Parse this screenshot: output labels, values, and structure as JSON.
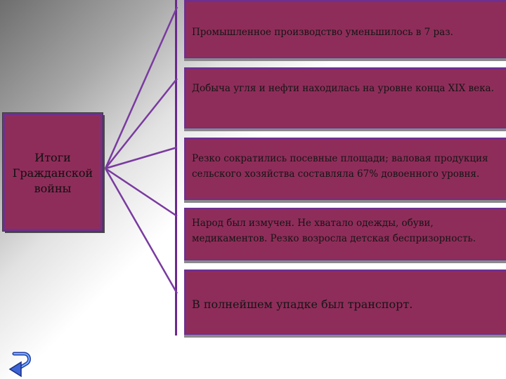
{
  "title_lines": [
    "Итоги",
    "Гражданской",
    "войны"
  ],
  "items": [
    "Промышленное производство уменьшилось в 7 раз.",
    "Добыча угля и нефти находилась на уровне конца XIX века.",
    "Резко сократились посевные площади; валовая продукция сельского хозяйства составляла 67% довоенного уровня.",
    "Народ был измучен. Не хватало одежды, обуви, медикаментов. Резко возросла детская беспризорность.",
    "В  полнейшем упадке был транспорт."
  ],
  "colors": {
    "box_fill": "#8f2d5a",
    "border": "#6f2f8f",
    "connector": "#7a3aa0"
  },
  "icons": {
    "nav": "return-arrow-icon"
  }
}
